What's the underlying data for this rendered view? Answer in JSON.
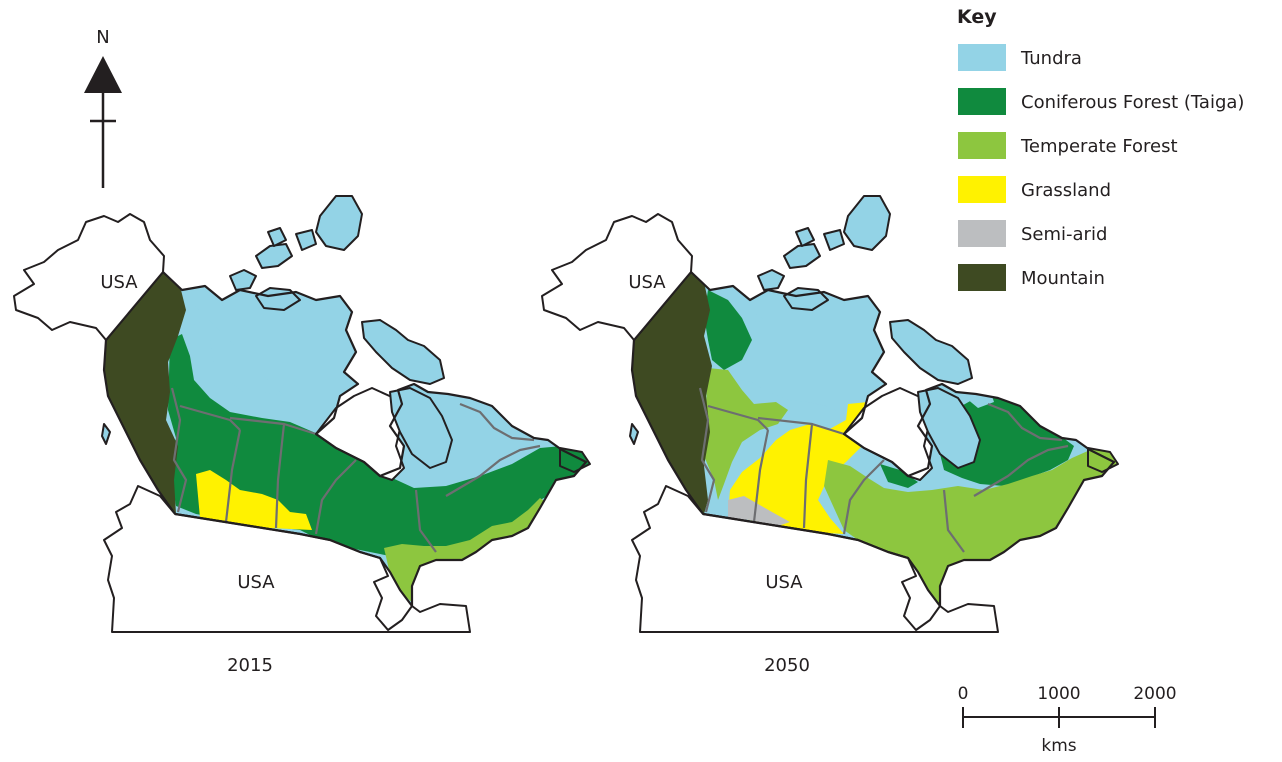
{
  "north_arrow": {
    "label": "N"
  },
  "maps": [
    {
      "year": "2015",
      "usa_north_label": "USA",
      "usa_south_label": "USA",
      "biome_colors": {
        "tundra": "#93d3e6",
        "coniferous": "#108a3e",
        "temperate": "#8dc63f",
        "grassland": "#fff200",
        "semiarid": "#bcbec0",
        "mountain": "#3e4a22"
      }
    },
    {
      "year": "2050",
      "usa_north_label": "USA",
      "usa_south_label": "USA",
      "biome_colors": {
        "tundra": "#93d3e6",
        "coniferous": "#108a3e",
        "temperate": "#8dc63f",
        "grassland": "#fff200",
        "semiarid": "#bcbec0",
        "mountain": "#3e4a22"
      }
    }
  ],
  "key": {
    "title": "Key",
    "items": [
      {
        "label": "Tundra",
        "color": "#93d3e6"
      },
      {
        "label": "Coniferous Forest (Taiga)",
        "color": "#108a3e"
      },
      {
        "label": "Temperate Forest",
        "color": "#8dc63f"
      },
      {
        "label": "Grassland",
        "color": "#fff200"
      },
      {
        "label": "Semi-arid",
        "color": "#bcbec0"
      },
      {
        "label": "Mountain",
        "color": "#3e4a22"
      }
    ]
  },
  "scale_bar": {
    "ticks": [
      "0",
      "1000",
      "2000"
    ],
    "unit": "kms"
  }
}
